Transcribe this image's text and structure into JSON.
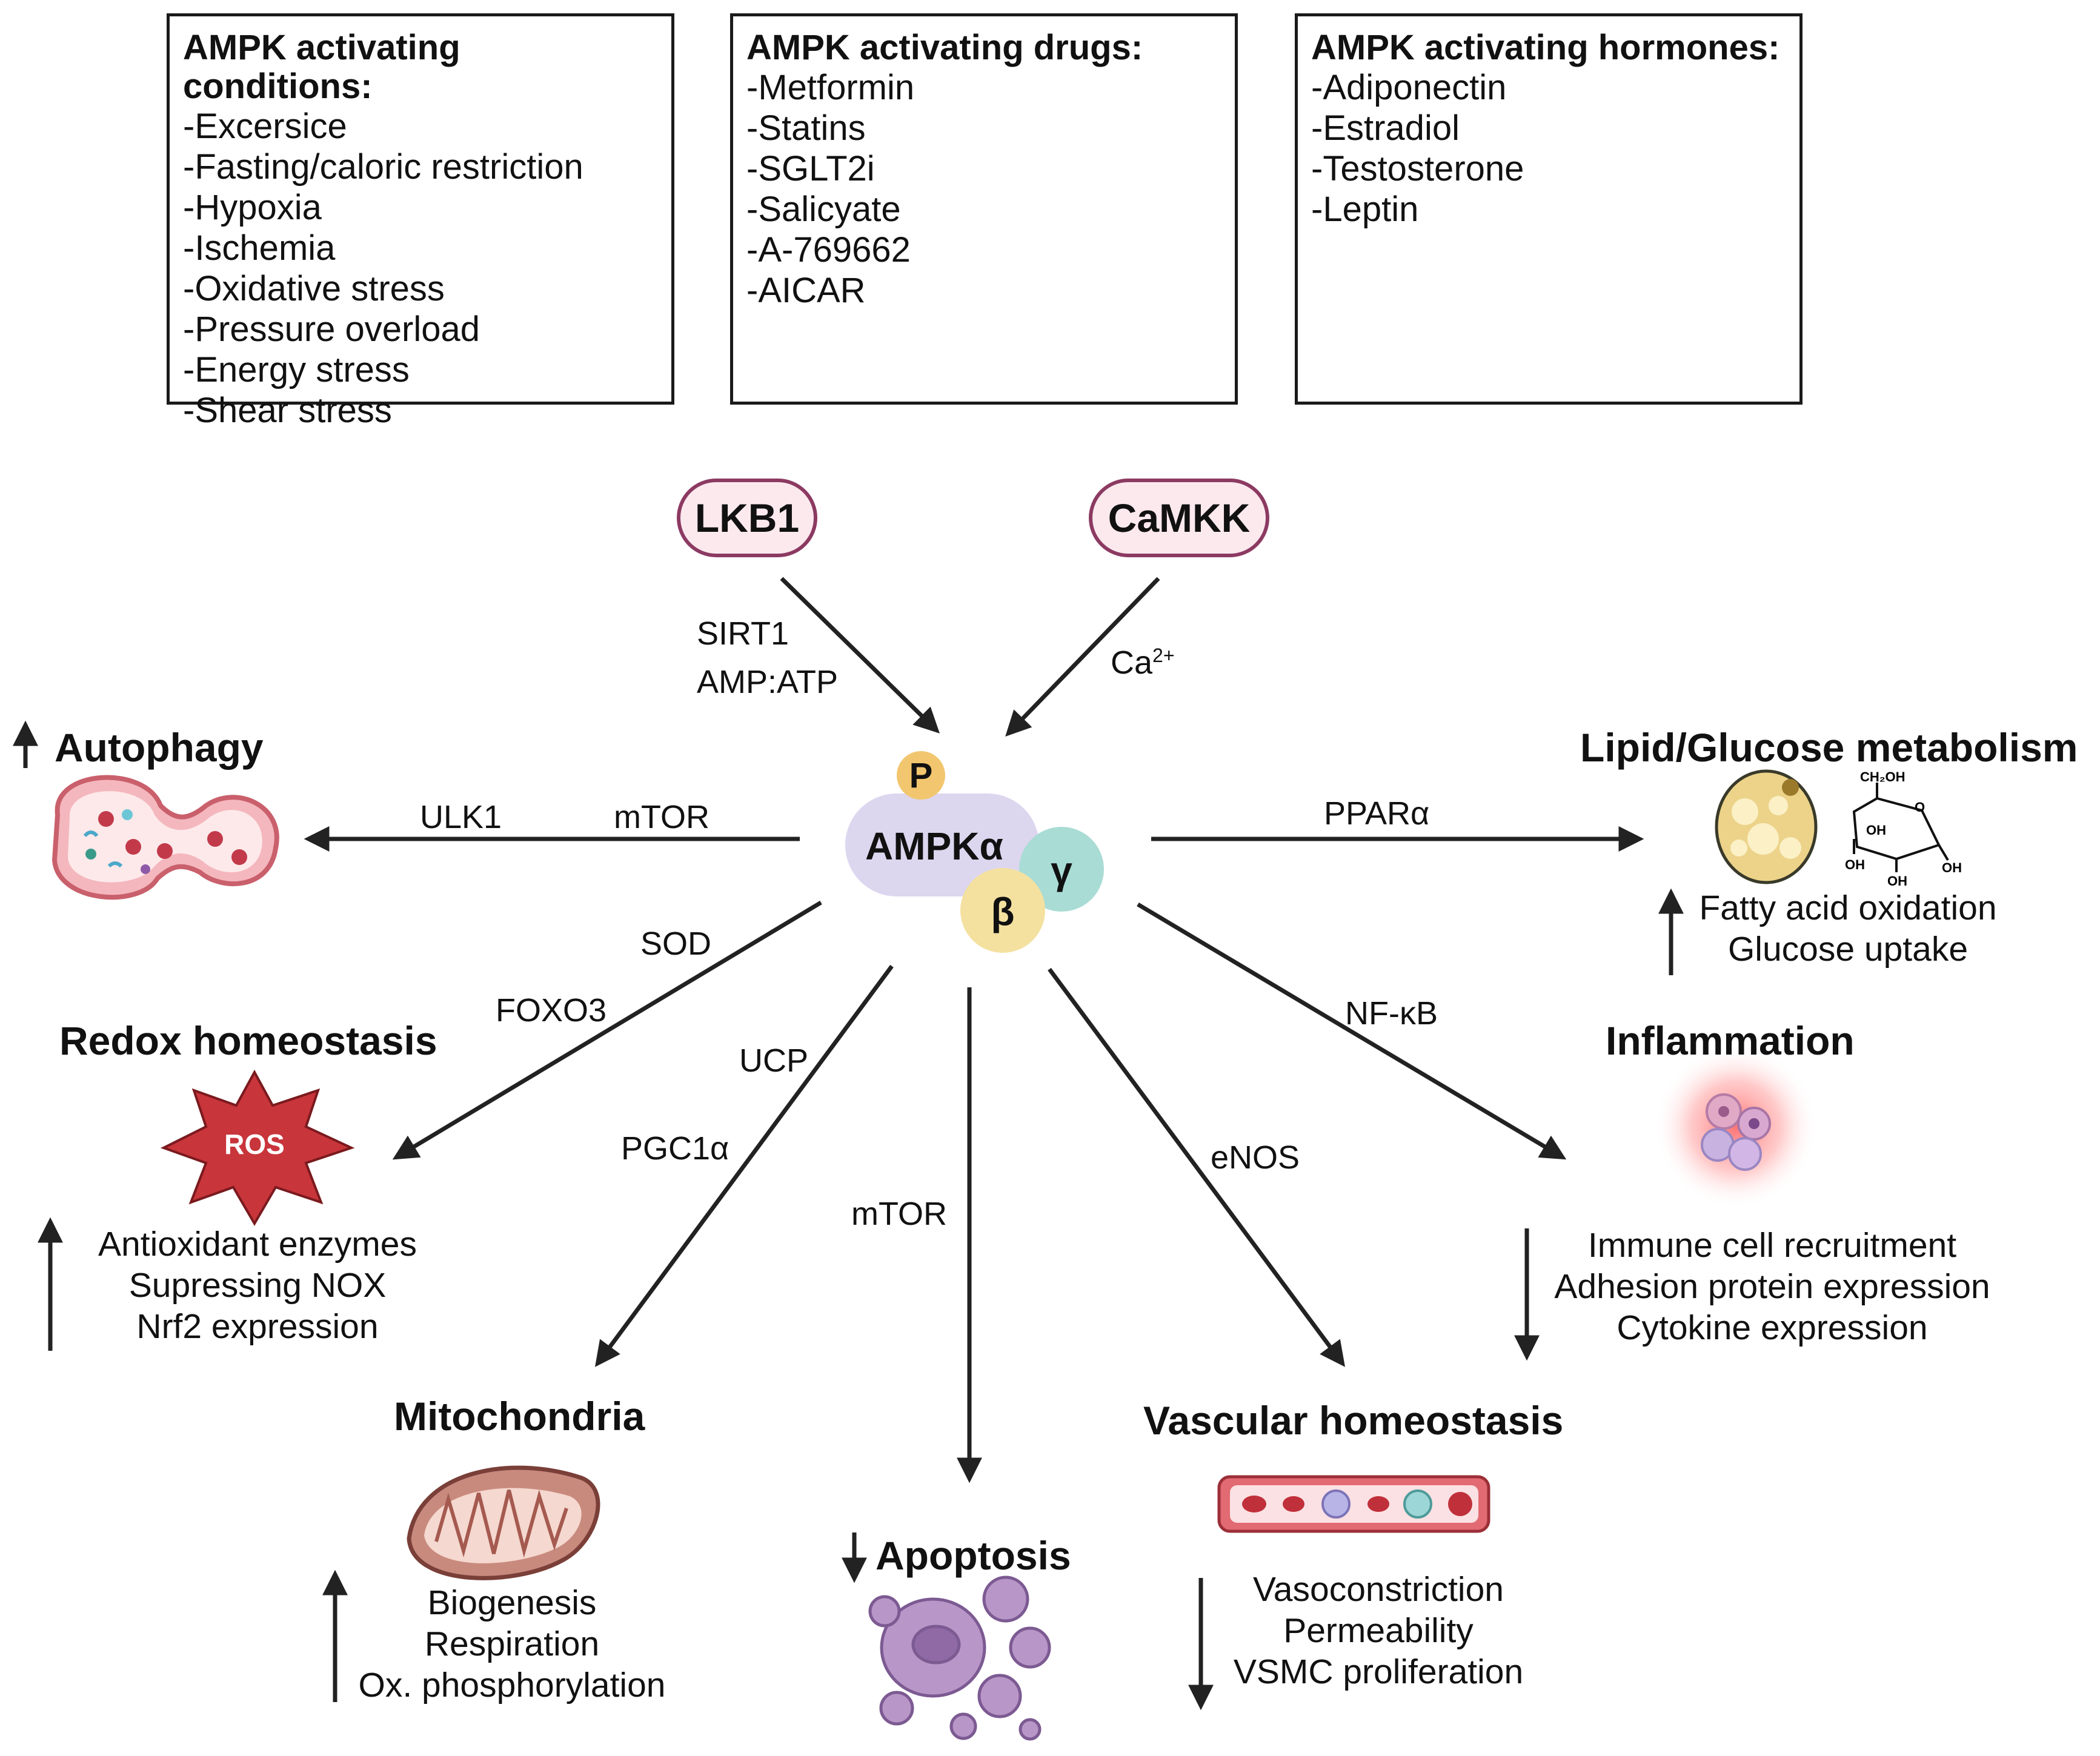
{
  "boxes": {
    "conditions": {
      "title": "AMPK activating conditions:",
      "items": [
        "-Excersice",
        "-Fasting/caloric restriction",
        "-Hypoxia",
        "-Ischemia",
        "-Oxidative stress",
        "-Pressure overload",
        "-Energy stress",
        "-Shear stress"
      ]
    },
    "drugs": {
      "title": "AMPK activating drugs:",
      "items": [
        "-Metformin",
        "-Statins",
        "-SGLT2i",
        "-Salicyate",
        "-A-769662",
        "-AICAR"
      ]
    },
    "hormones": {
      "title": "AMPK activating hormones:",
      "items": [
        "-Adiponectin",
        "-Estradiol",
        "-Testosterone",
        "-Leptin"
      ]
    }
  },
  "upstream": {
    "lkb1": "LKB1",
    "camkk": "CaMKK",
    "sirt1": "SIRT1",
    "amp_atp": "AMP:ATP",
    "ca": "Ca",
    "ca_sup": "2+"
  },
  "complex": {
    "phospho": "P",
    "alpha": "AMPKα",
    "gamma": "γ",
    "beta": "β"
  },
  "edges": {
    "ulk1": "ULK1",
    "mtor_left": "mTOR",
    "ppara": "PPARα",
    "sod": "SOD",
    "foxo3": "FOXO3",
    "ucp": "UCP",
    "pgc1a": "PGC1α",
    "mtor_down": "mTOR",
    "enos": "eNOS",
    "nfkb": "NF-κB"
  },
  "outcomes": {
    "autophagy": {
      "title": "Autophagy"
    },
    "lipid": {
      "title": "Lipid/Glucose metabolism",
      "items": [
        "Fatty acid oxidation",
        "Glucose uptake"
      ],
      "glucose_labels": [
        "CH₂OH",
        "O",
        "OH",
        "OH",
        "OH",
        "OH"
      ]
    },
    "redox": {
      "title": "Redox homeostasis",
      "ros": "ROS",
      "items": [
        "Antioxidant enzymes",
        "Supressing NOX",
        "Nrf2 expression"
      ]
    },
    "inflammation": {
      "title": "Inflammation",
      "items": [
        "Immune cell recruitment",
        "Adhesion protein expression",
        "Cytokine expression"
      ]
    },
    "mitochondria": {
      "title": "Mitochondria",
      "items": [
        "Biogenesis",
        "Respiration",
        "Ox. phosphorylation"
      ]
    },
    "apoptosis": {
      "title": "Apoptosis"
    },
    "vascular": {
      "title": "Vascular homeostasis",
      "items": [
        "Vasoconstriction",
        "Permeability",
        "VSMC proliferation"
      ]
    }
  },
  "colors": {
    "kinase_border": "#8c3a62",
    "kinase_fill": "#fbe9ee",
    "alpha": "#dcd6ef",
    "gamma": "#a9dcd5",
    "beta": "#f4e1a0",
    "phospho": "#f2c66e",
    "ros": "#c8353b"
  }
}
